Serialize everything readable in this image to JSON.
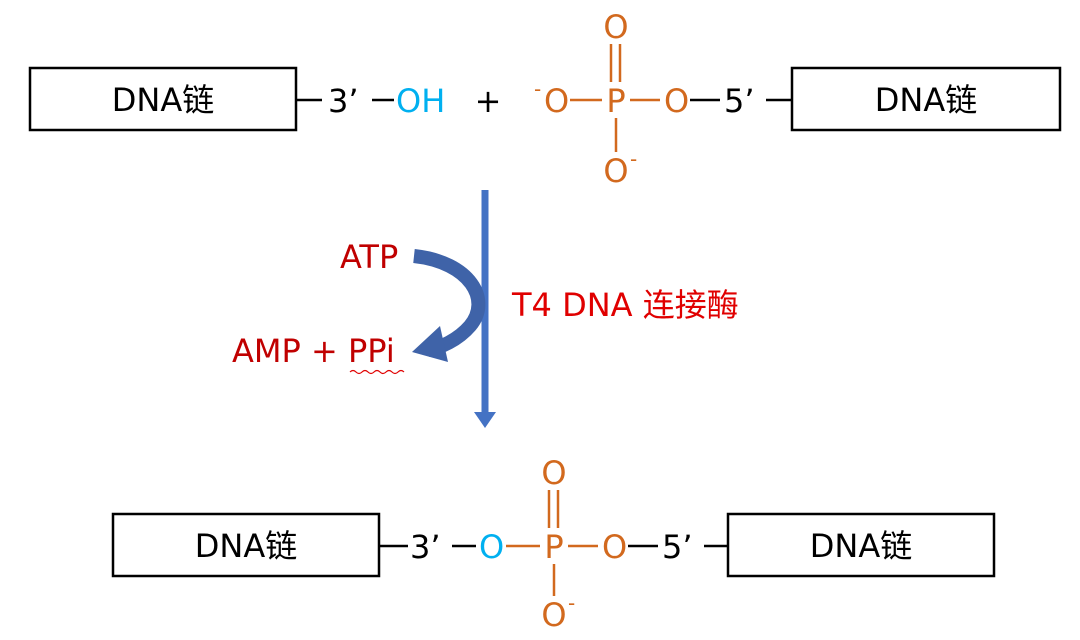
{
  "colors": {
    "phosphate": "#D2691E",
    "hydroxyl": "#00B0F0",
    "enzyme": "#E00000",
    "cofactor": "#C00000",
    "arrow": "#4472C4"
  },
  "top": {
    "left_box": "DNA链",
    "left_prime": "3’",
    "hydroxyl": "OH",
    "plus": "+",
    "phos_minus_left": "-",
    "phos_o_left": "O",
    "phos_p": "P",
    "phos_o_right": "O",
    "phos_o_top": "O",
    "phos_o_bottom": "O",
    "phos_minus_bottom": "-",
    "right_prime": "5’",
    "right_box": "DNA链"
  },
  "reaction": {
    "enzyme": "T4 DNA 连接酶",
    "input": "ATP",
    "output": "AMP + PPi"
  },
  "bottom": {
    "left_box": "DNA链",
    "left_prime": "3’",
    "bridge_o": "O",
    "phos_p": "P",
    "phos_o_right": "O",
    "phos_o_top": "O",
    "phos_o_bottom": "O",
    "phos_minus_bottom": "-",
    "right_prime": "5’",
    "right_box": "DNA链"
  }
}
